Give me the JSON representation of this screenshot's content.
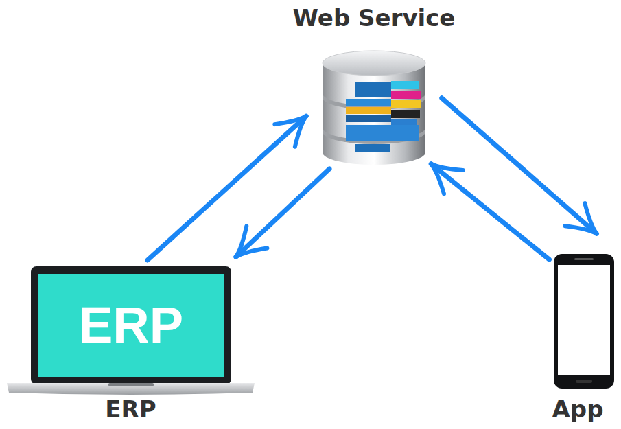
{
  "diagram": {
    "nodes": [
      {
        "text": [
          "Web Service"
        ]
      },
      {
        "text": [
          "ERP",
          "ERP"
        ]
      },
      {
        "text": [
          "App"
        ]
      }
    ],
    "edges": [
      {
        "from": 1,
        "to": 0,
        "arrow": "to"
      },
      {
        "from": 0,
        "to": 1,
        "arrow": "to"
      },
      {
        "from": 0,
        "to": 2,
        "arrow": "to"
      },
      {
        "from": 2,
        "to": 0,
        "arrow": "to"
      }
    ]
  }
}
